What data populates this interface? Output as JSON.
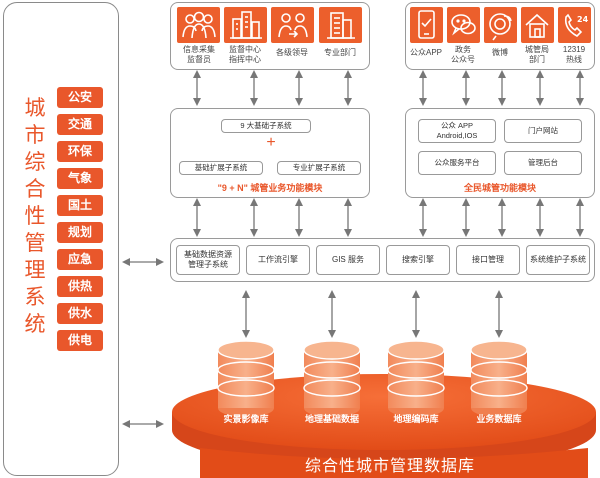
{
  "left_panel": {
    "title": "城市综合性管理系统",
    "tags": [
      "公安",
      "交通",
      "环保",
      "气象",
      "国土",
      "规划",
      "应急",
      "供热",
      "供水",
      "供电"
    ]
  },
  "top_left_group": {
    "items": [
      {
        "label": "信息采集\n监督员",
        "icon": "people-icon"
      },
      {
        "label": "监督中心\n指挥中心",
        "icon": "buildings-icon"
      },
      {
        "label": "各级领导",
        "icon": "leader-icon"
      },
      {
        "label": "专业部门",
        "icon": "department-icon"
      }
    ]
  },
  "top_right_group": {
    "items": [
      {
        "label": "公众APP",
        "icon": "phone-icon"
      },
      {
        "label": "政务\n公众号",
        "icon": "wechat-icon"
      },
      {
        "label": "微博",
        "icon": "weibo-icon"
      },
      {
        "label": "城管局\n部门",
        "icon": "house-icon"
      },
      {
        "label": "12319\n热线",
        "icon": "hotline-icon"
      }
    ]
  },
  "business_module": {
    "boxes": [
      "9 大基础子系统",
      "基础扩展子系统",
      "专业扩展子系统"
    ],
    "plus": "+",
    "caption": "\"9 + N\" 城管业务功能模块"
  },
  "public_module": {
    "boxes": [
      "公众 APP\nAndroid,IOS",
      "门户网站",
      "公众服务平台",
      "管理后台"
    ],
    "caption": "全民城管功能模块"
  },
  "services": [
    "基础数据资源\n管理子系统",
    "工作流引擎",
    "GIS 服务",
    "搜索引擎",
    "接口管理",
    "系统维护子系统"
  ],
  "databases": [
    "实景影像库",
    "地理基础数据",
    "地理编码库",
    "业务数据库"
  ],
  "platform_title": "综合性城市管理数据库",
  "colors": {
    "accent": "#e9572b",
    "platform": "#ef5a25",
    "cylinder": "#f59a70",
    "border": "#999999"
  }
}
